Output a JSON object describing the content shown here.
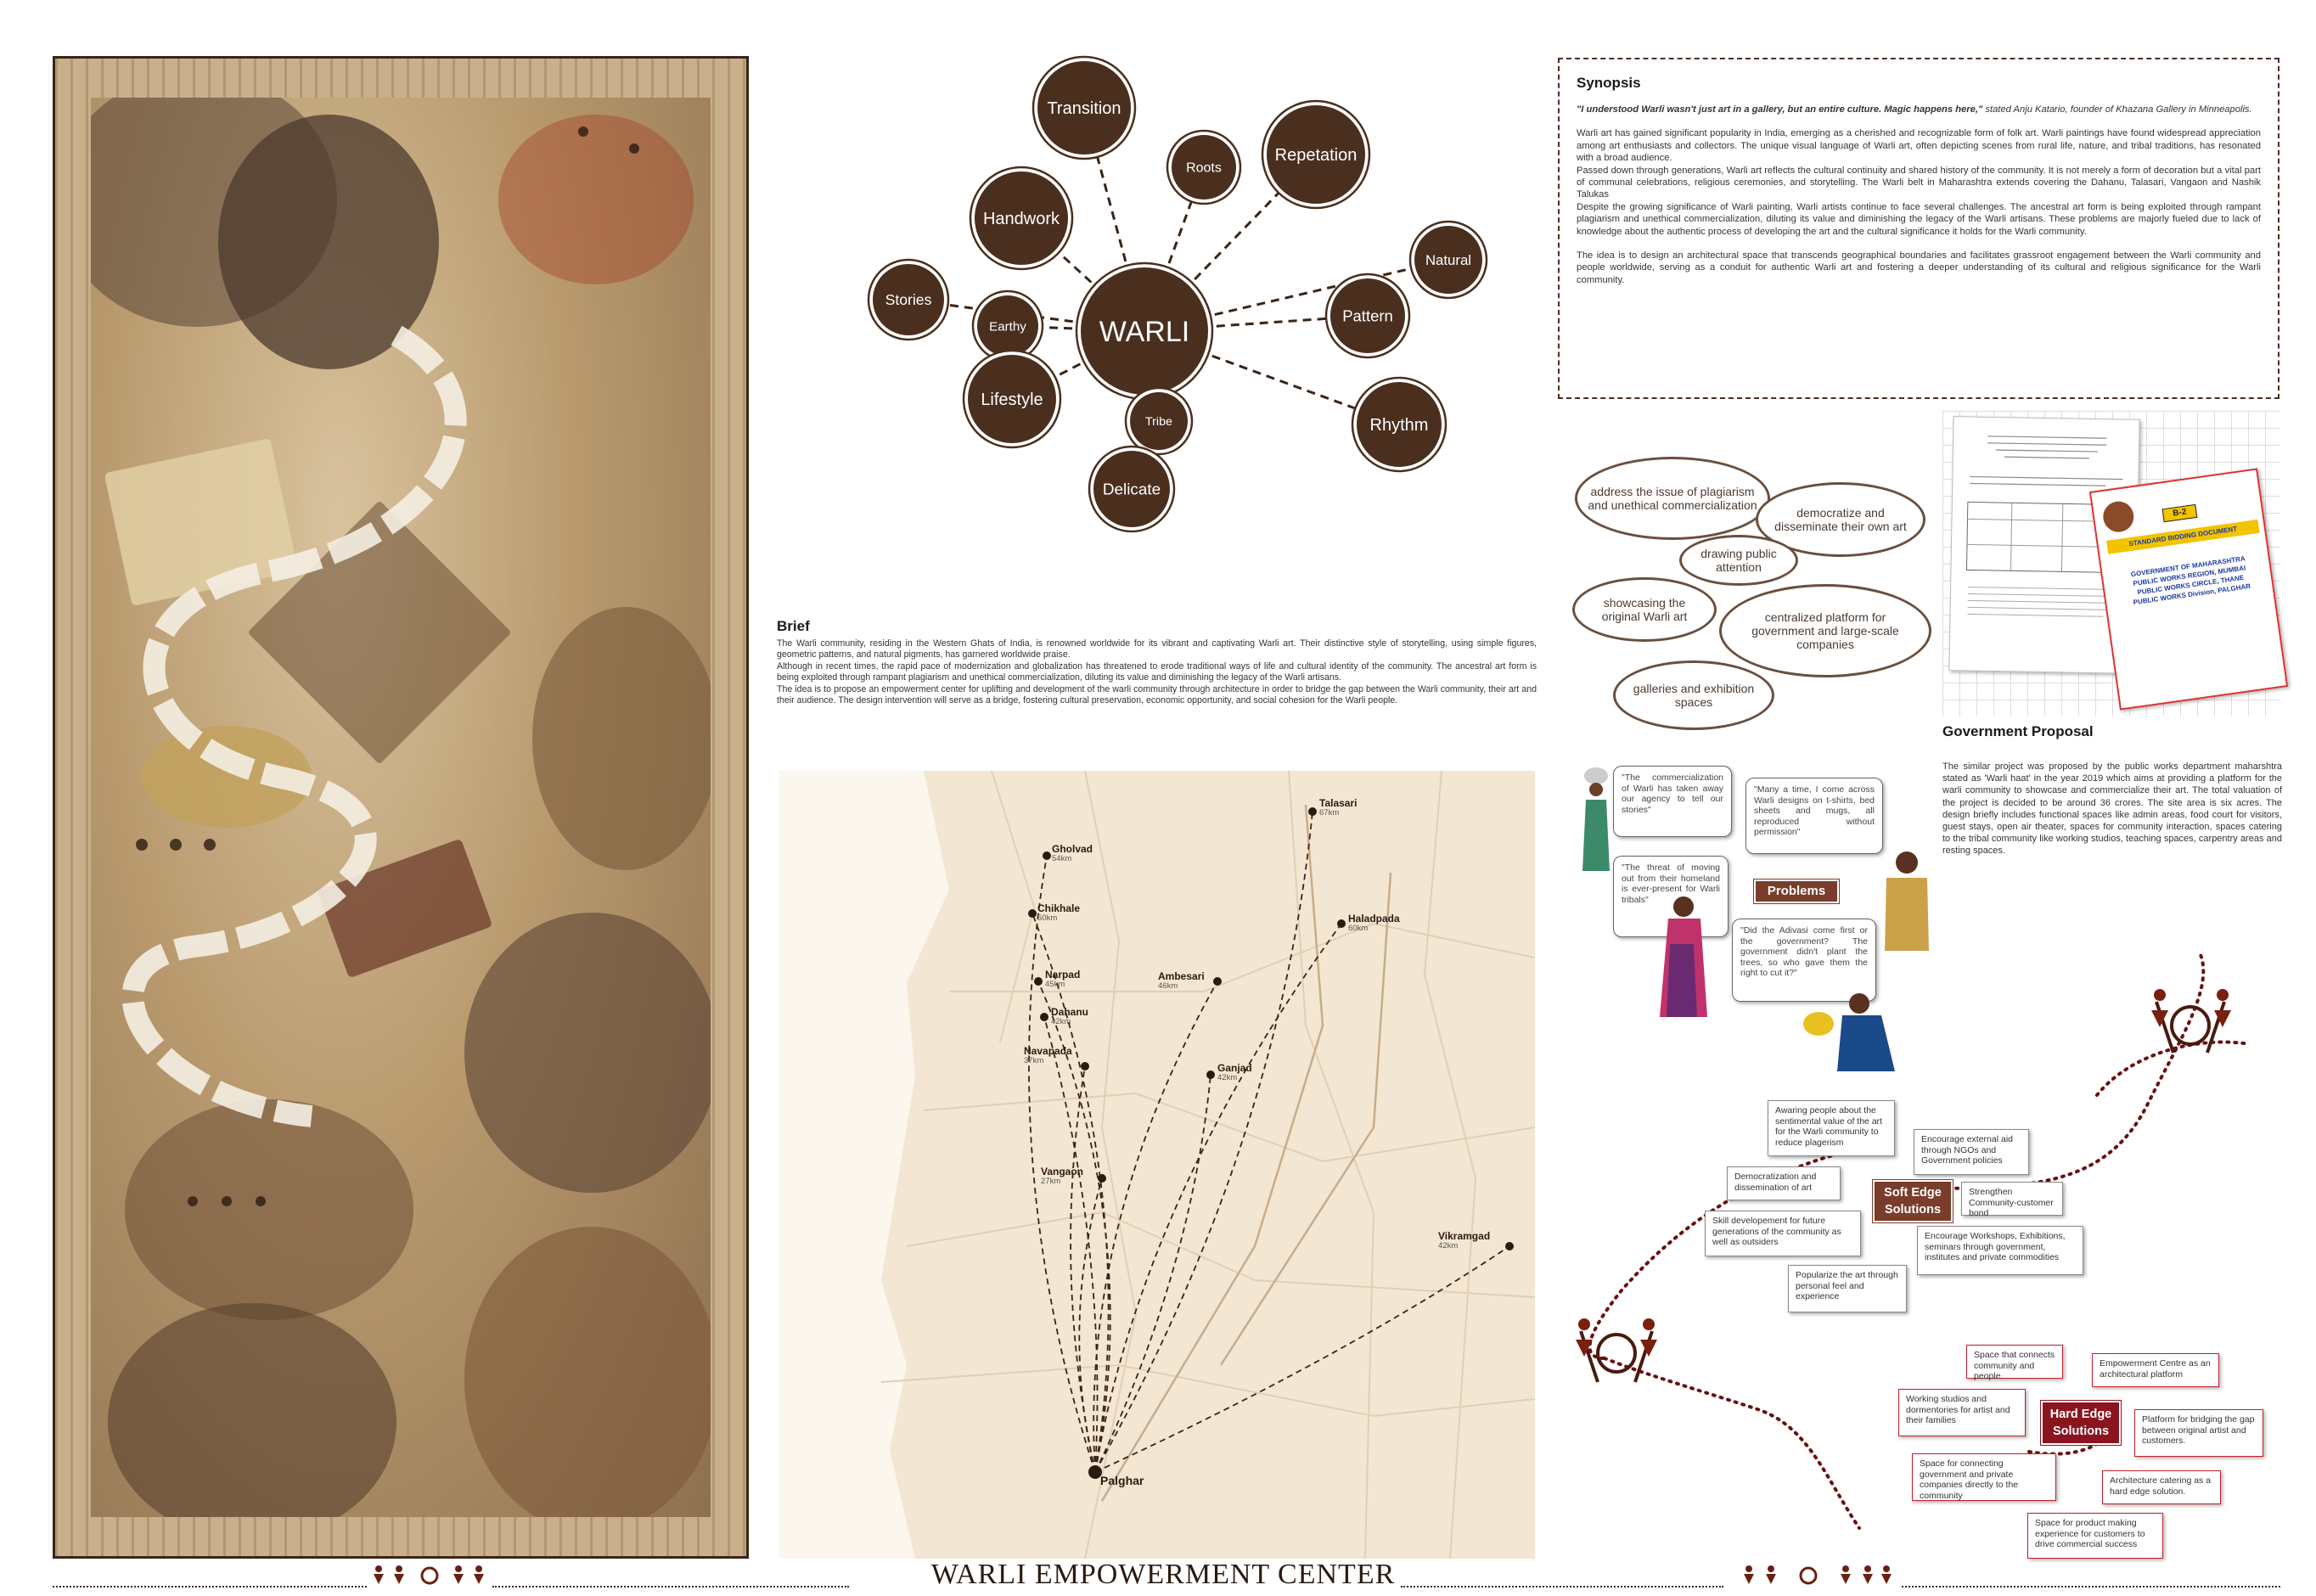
{
  "mindmap": {
    "center": "WARLI",
    "nodes": [
      "Transition",
      "Roots",
      "Repetation",
      "Handwork",
      "Natural",
      "Stories",
      "Earthy",
      "Pattern",
      "Lifestyle",
      "Tribe",
      "Rhythm",
      "Delicate"
    ]
  },
  "brief": {
    "title": "Brief",
    "paragraphs": [
      "The Warli community, residing in the Western Ghats of India, is renowned worldwide for its vibrant and captivating Warli art. Their distinctive style of storytelling, using simple figures, geometric patterns, and natural pigments, has garnered worldwide praise.",
      "Although in recent times, the rapid pace of modernization and globalization has threatened to erode traditional ways of life and cultural identity of the community. The ancestral art form is being exploited through rampant plagiarism and unethical commercialization, diluting its value and diminishing the legacy of the Warli artisans.",
      "The idea is to propose an empowerment center for uplifting and development of the warli community through architecture in order to bridge the gap between the Warli community, their art and their audience. The design intervention will serve as a bridge, fostering cultural preservation, economic opportunity, and social cohesion for the Warli people."
    ]
  },
  "map": {
    "towns": [
      {
        "name": "Talasari",
        "dist": "67km"
      },
      {
        "name": "Gholvad",
        "dist": "54km"
      },
      {
        "name": "Chikhale",
        "dist": "50km"
      },
      {
        "name": "Haladpada",
        "dist": "60km"
      },
      {
        "name": "Narpad",
        "dist": "45km"
      },
      {
        "name": "Ambesari",
        "dist": "46km"
      },
      {
        "name": "Dahanu",
        "dist": "42km"
      },
      {
        "name": "Navapada",
        "dist": "37km"
      },
      {
        "name": "Ganjad",
        "dist": "42km"
      },
      {
        "name": "Vangaon",
        "dist": "27km"
      },
      {
        "name": "Vikramgad",
        "dist": "42km"
      },
      {
        "name": "Palghar",
        "dist": ""
      }
    ]
  },
  "synopsis": {
    "title": "Synopsis",
    "quote": "\"I understood Warli wasn't just art in a gallery, but an entire culture. Magic happens here,\"",
    "quote_attr": " stated Anju Katario, founder of Khazana Gallery in Minneapolis.",
    "p1": "Warli art has gained significant popularity in India, emerging as a cherished and recognizable form of folk art. Warli paintings have found widespread appreciation among art enthusiasts and collectors. The unique visual language of Warli art, often depicting scenes from rural life, nature, and tribal traditions, has resonated with a broad audience.",
    "p2": "Passed down through generations, Warli art reflects the cultural continuity and shared history of the community. It is not merely a form of decoration but a vital part of communal celebrations, religious ceremonies, and storytelling. The Warli belt in Maharashtra extends covering the Dahanu, Talasari, Vangaon and Nashik Talukas",
    "p3": "Despite the growing significance of Warli painting, Warli artists continue to face several challenges. The ancestral art form is being exploited through rampant plagiarism and unethical commercialization, diluting its value and diminishing the legacy of the Warli artisans. These problems are majorly fueled due to lack of knowledge about the authentic process of developing the art and the cultural significance it holds for the Warli community.",
    "p4": "The idea is to design an architectural space that transcends geographical boundaries and facilitates grassroot engagement between the Warli community and people worldwide, serving as a conduit for authentic Warli art and fostering a deeper understanding of its cultural and religious significance for the Warli community."
  },
  "bubbles": [
    "address the issue of plagiarism and unethical commercialization",
    "democratize and disseminate their own art",
    "drawing public attention",
    "showcasing the original Warli art",
    "centralized platform for government and large-scale companies",
    "galleries and exhibition spaces"
  ],
  "gov_doc": {
    "badge": "B-2",
    "header": "STANDARD BIDDING DOCUMENT",
    "lines": [
      "GOVERNMENT OF MAHARASHTRA",
      "PUBLIC WORKS REGION, MUMBAI",
      "PUBLIC WORKS CIRCLE, THANE",
      "PUBLIC WORKS Division, PALGHAR"
    ]
  },
  "gov": {
    "title": "Government Proposal",
    "text": "The similar project was proposed by the public works department maharshtra stated as 'Warli haat' in the year 2019 which aims at providing a platform for the warli community to showcase and commercialize their art. The total valuation of the project is decided to be around 36 crores. The site area is six acres. The design briefly includes functional spaces like admin areas, food court for visitors, guest stays, open air theater, spaces for community interaction, spaces catering to the tribal community like working studios, teaching spaces, carpentry areas and resting spaces."
  },
  "problems": {
    "label": "Problems",
    "quotes": [
      "\"The commercialization of Warli has taken away our agency to tell our stories\"",
      "\"Many a time, I come across Warli designs on t-shirts, bed sheets and mugs, all reproduced without permission\"",
      "\"The threat of moving out from their homeland is ever-present for Warli tribals\"",
      "\"Did the Adivasi come first or the government? The government didn't plant the trees, so who gave them the right to cut it?\""
    ]
  },
  "soft": {
    "label": "Soft Edge Solutions",
    "items": [
      "Awaring people about the sentimental value of the art for the Warli community to reduce plagerism",
      "Encourage external aid through NGOs and Government policies",
      "Democratization and dissemination of art",
      "Strengthen Community-customer bond",
      "Skill developement for future generations of the community as well as outsiders",
      "Encourage Workshops, Exhibitions, seminars through government, institutes and private commodities",
      "Popularize the art through personal feel and experience"
    ]
  },
  "hard": {
    "label": "Hard Edge Solutions",
    "items": [
      "Space that connects community and people.",
      "Empowerment Centre as an architectural platform",
      "Working studios and dormentories for artist and their families",
      "Platform for bridging the gap between original artist and customers.",
      "Space for connecting government and private companies directly to the community",
      "Architecture catering as a hard edge solution.",
      "Space for product making experience for customers to drive commercial success"
    ]
  },
  "footer": {
    "title": "WARLI EMPOWERMENT CENTER"
  },
  "colors": {
    "node": "#4a2f1e",
    "accent": "#7a3d2b",
    "red": "#c0202a",
    "paper": "#f3e6d2"
  }
}
